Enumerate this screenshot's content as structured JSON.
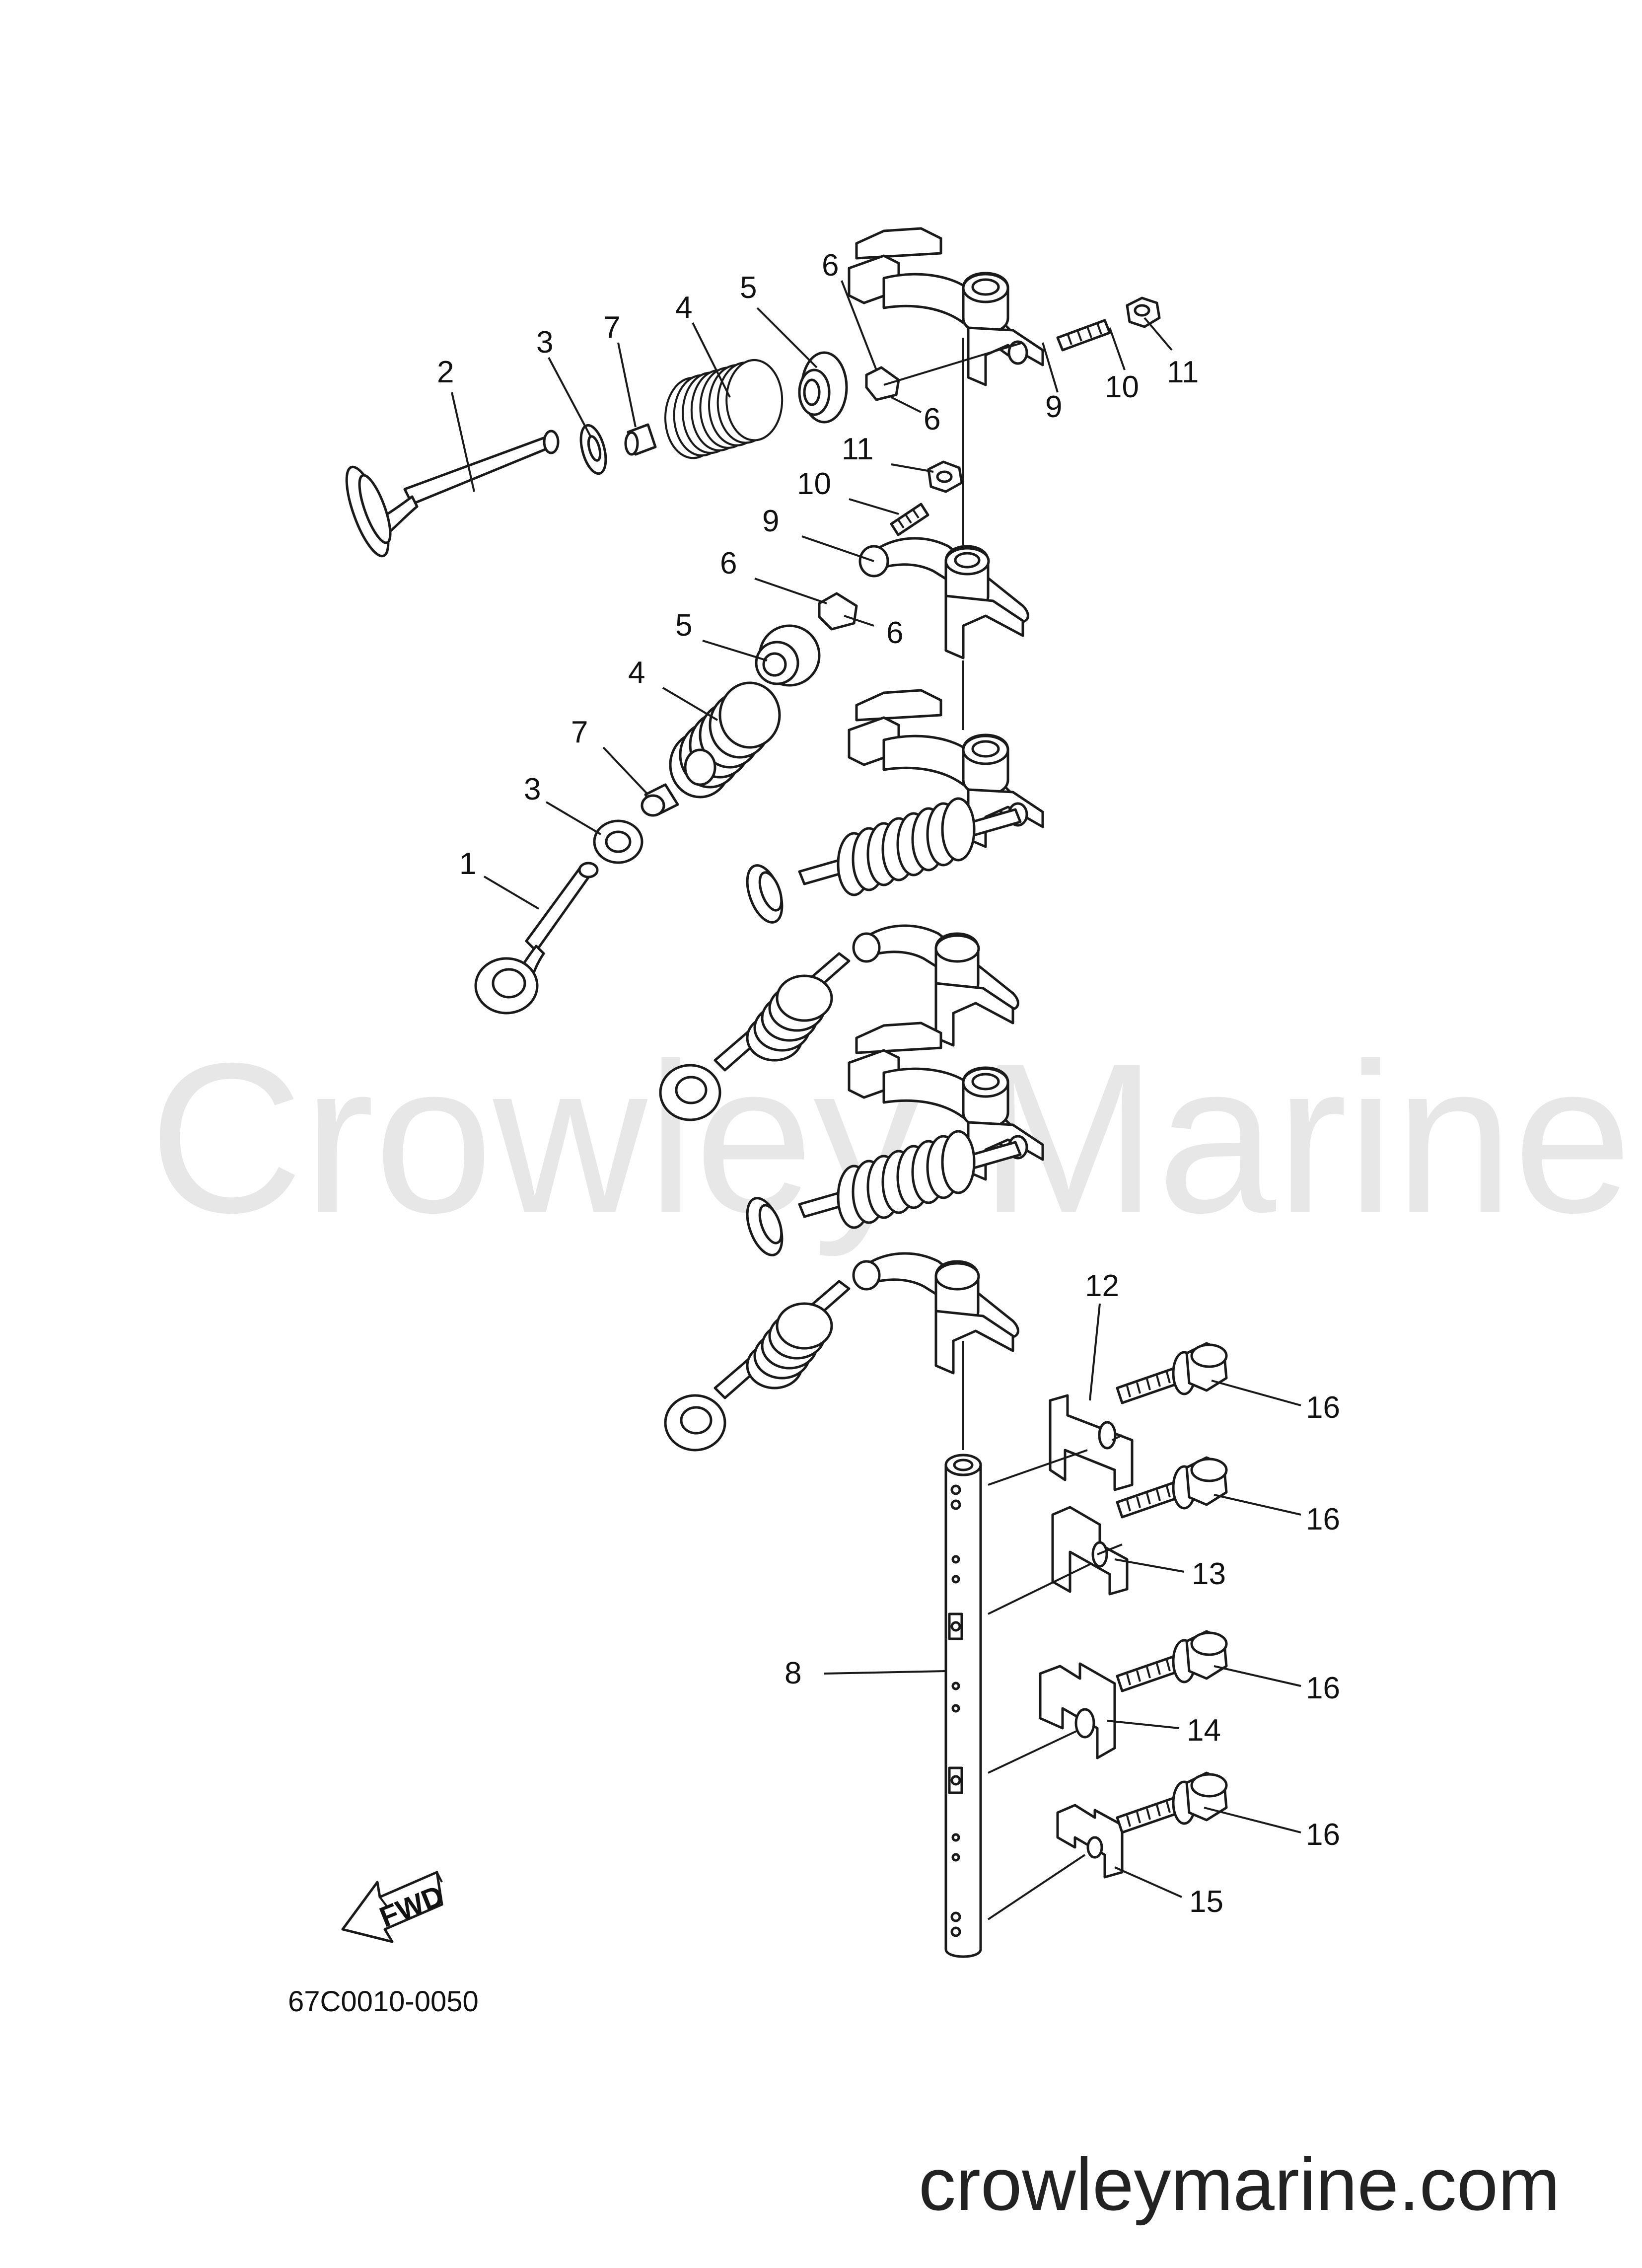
{
  "watermark": "Crowley Marine",
  "diagram_code": "67C0010-0050",
  "site_url": "crowleymarine.com",
  "fwd_label": "FWD",
  "callouts": {
    "c1": "1",
    "c2": "2",
    "c3a": "3",
    "c3b": "3",
    "c4a": "4",
    "c4b": "4",
    "c5a": "5",
    "c5b": "5",
    "c6a": "6",
    "c6b": "6",
    "c6c": "6",
    "c6d": "6",
    "c7a": "7",
    "c7b": "7",
    "c8": "8",
    "c9a": "9",
    "c9b": "9",
    "c10a": "10",
    "c10b": "10",
    "c11a": "11",
    "c11b": "11",
    "c12": "12",
    "c13": "13",
    "c14": "14",
    "c15": "15",
    "c16a": "16",
    "c16b": "16",
    "c16c": "16",
    "c16d": "16"
  }
}
